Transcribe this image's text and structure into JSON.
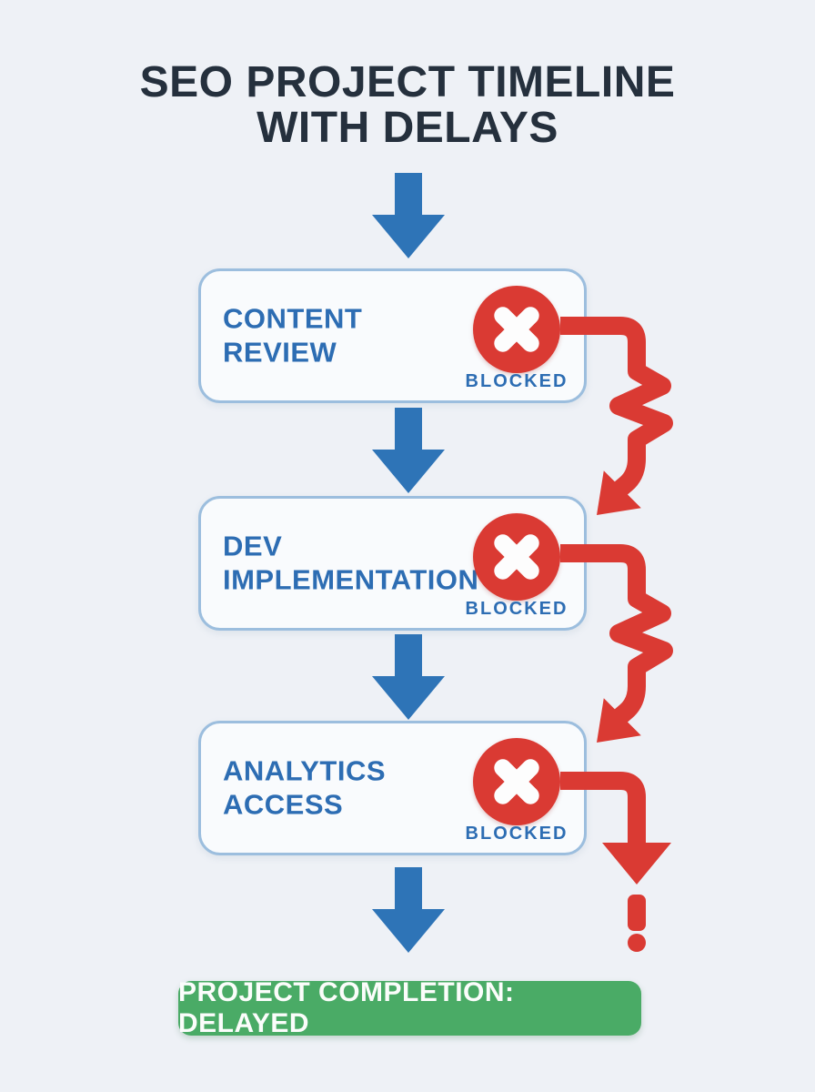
{
  "title": {
    "line1": "SEO PROJECT TIMELINE",
    "line2": "WITH DELAYS"
  },
  "stages": [
    {
      "label_line1": "CONTENT",
      "label_line2": "REVIEW",
      "status": "BLOCKED"
    },
    {
      "label_line1": "DEV",
      "label_line2": "IMPLEMENTATION",
      "status": "BLOCKED"
    },
    {
      "label_line1": "ANALYTICS",
      "label_line2": "ACCESS",
      "status": "BLOCKED"
    }
  ],
  "completion_banner": {
    "text": "PROJECT COMPLETION: DELAYED"
  },
  "icons": {
    "blocked_status": "x-circle",
    "flow_connector": "down-arrow",
    "delay_path": "zigzag-arrow",
    "final_alert": "exclamation-mark"
  },
  "colors": {
    "background": "#eef1f6",
    "title_text": "#25303d",
    "box_border": "#9cbede",
    "box_fill": "#f9fbfd",
    "stage_text_blue": "#2d6db3",
    "flow_arrow_blue": "#2e74b7",
    "blocked_red": "#da3a33",
    "banner_green": "#4aab66",
    "banner_text": "#ffffff"
  }
}
